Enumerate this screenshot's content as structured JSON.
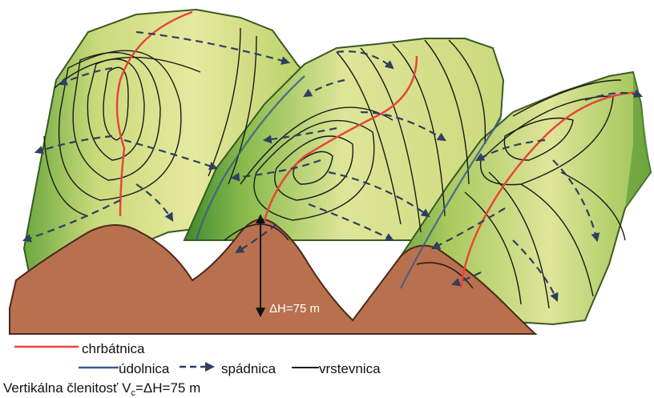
{
  "dh_label": "ΔH=75 m",
  "legend": {
    "ridge_label": "chrbátnica",
    "valley_label": "údolnica",
    "slope_label": "spádnica",
    "contour_label": "vrstevnica"
  },
  "caption": {
    "prefix": "Vertikálna členitosť V",
    "subscript": "c",
    "suffix": "=ΔH=75 m"
  },
  "colors": {
    "ridge": "#e8453c",
    "valley": "#3b5a8e",
    "slope": "#2f3f5e",
    "contour": "#1a1a1a",
    "soil": "#b8704e",
    "hill_light": "#d9e48a",
    "hill_dark": "#5fa13a"
  }
}
